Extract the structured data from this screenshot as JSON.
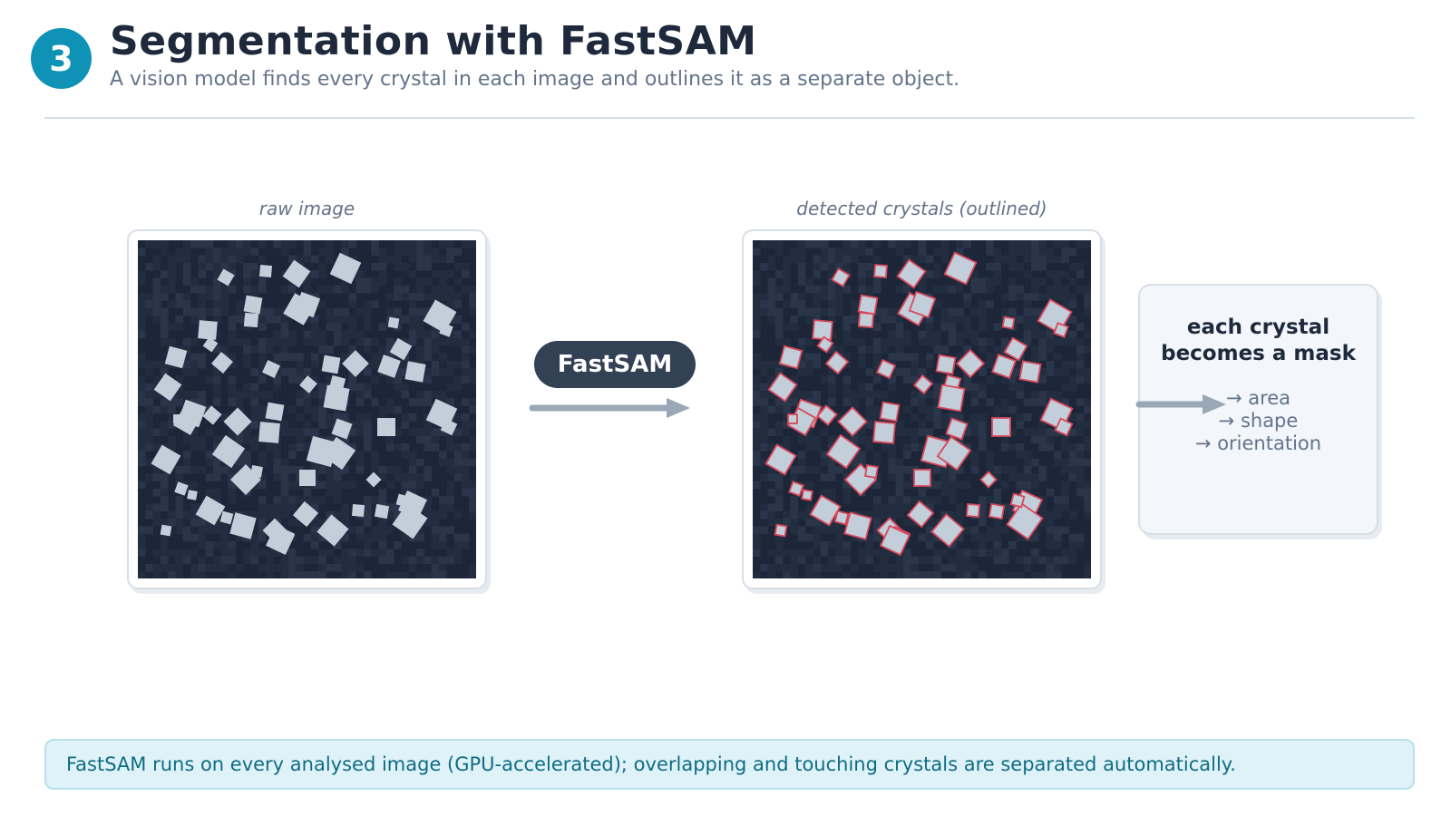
{
  "header": {
    "step_number": "3",
    "title": "Segmentation with FastSAM",
    "subtitle": "A vision model finds every crystal in each image and outlines it as a separate object."
  },
  "raw_panel": {
    "caption": "raw image"
  },
  "detected_panel": {
    "caption": "detected crystals (outlined)"
  },
  "model": {
    "label": "FastSAM"
  },
  "mask_box": {
    "title_line1": "each crystal",
    "title_line2": "becomes a mask",
    "items": [
      "→ area",
      "→ shape",
      "→ orientation"
    ]
  },
  "footnote": "FastSAM runs on every analysed image (GPU-accelerated); overlapping and touching crystals are separated automatically.",
  "colors": {
    "accent": "#0e93b6",
    "image_background": "#1c2638",
    "crystal_fill": "#c3cedb",
    "outline": "#d8485a",
    "arrow": "#9aa7b6",
    "pill": "#334155"
  }
}
